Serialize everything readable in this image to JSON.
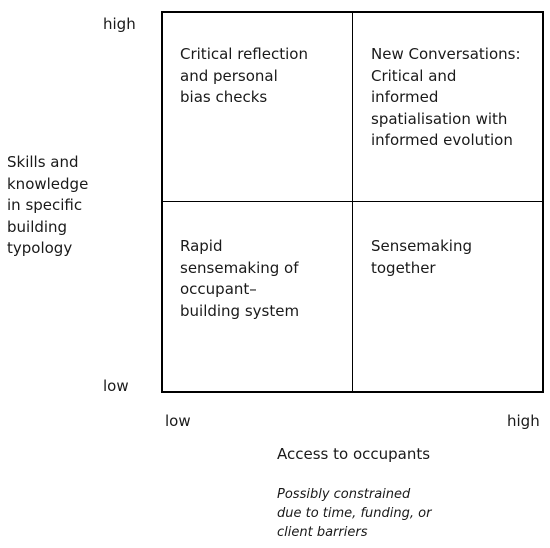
{
  "y_axis": {
    "label": "Skills and\nknowledge\nin specific\nbuilding\ntypology",
    "high": "high",
    "low": "low"
  },
  "x_axis": {
    "label": "Access to occupants",
    "low": "low",
    "high": "high",
    "note": "Possibly constrained\ndue to time, funding, or\nclient barriers"
  },
  "quadrants": {
    "top_left": "Critical reflection\nand personal\nbias checks",
    "top_right": "New Conversations:\nCritical and\ninformed\nspatialisation with\ninformed evolution",
    "bottom_left": "Rapid\nsensemaking of\noccupant–\nbuilding system",
    "bottom_right": "Sensemaking\ntogether"
  }
}
